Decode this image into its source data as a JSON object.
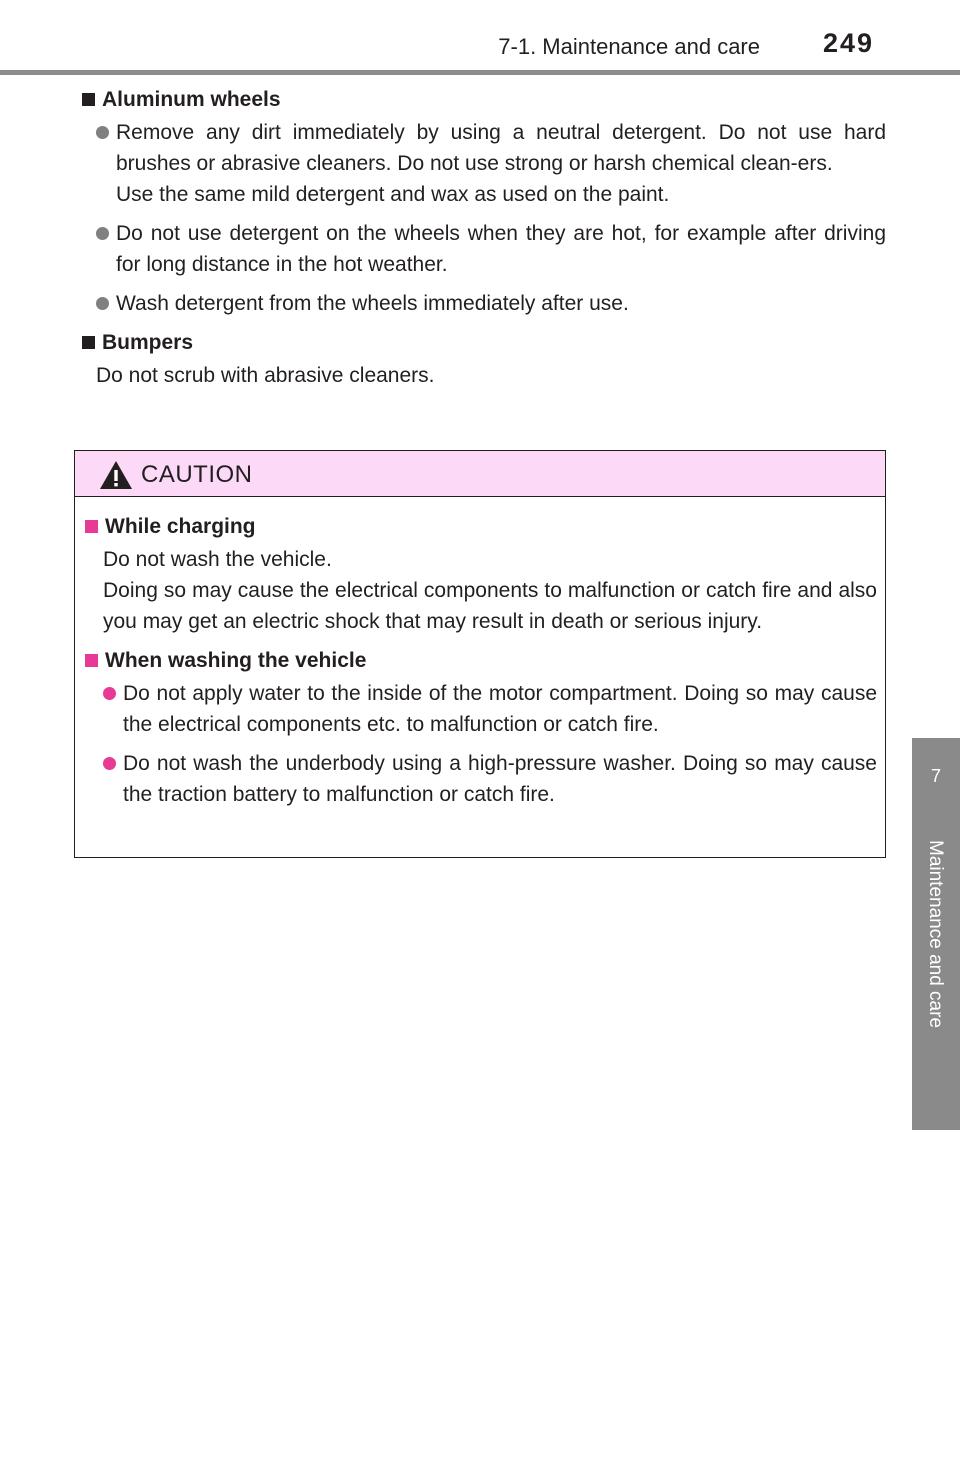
{
  "header": {
    "section": "7-1. Maintenance and care",
    "page_number": "249"
  },
  "side_tab": {
    "number": "7",
    "label": "Maintenance and care"
  },
  "sections": {
    "aluminum": {
      "heading": "Aluminum wheels",
      "bullet1_line1": "Remove any dirt immediately by using a neutral detergent. Do not use hard brushes or abrasive cleaners. Do not use strong or harsh chemical clean-ers.",
      "bullet1_line2": "Use the same mild detergent and wax as used on the paint.",
      "bullet2": "Do not use detergent on the wheels when they are hot, for example after driving for long distance in the hot weather.",
      "bullet3": "Wash detergent from the wheels immediately after use."
    },
    "bumpers": {
      "heading": "Bumpers",
      "text": "Do not scrub with abrasive cleaners."
    }
  },
  "caution": {
    "title": "CAUTION",
    "charging_heading": "While charging",
    "charging_text1": "Do not wash the vehicle.",
    "charging_text2": "Doing so may cause the electrical components to malfunction or catch fire and also you may get an electric shock that may result in death or serious injury.",
    "washing_heading": "When washing the vehicle",
    "washing_bullet1": "Do not apply water to the inside of the motor compartment. Doing so may cause the electrical components etc. to malfunction or catch fire.",
    "washing_bullet2": "Do not wash the underbody using a high-pressure washer. Doing so may cause the traction battery to malfunction or catch fire."
  }
}
